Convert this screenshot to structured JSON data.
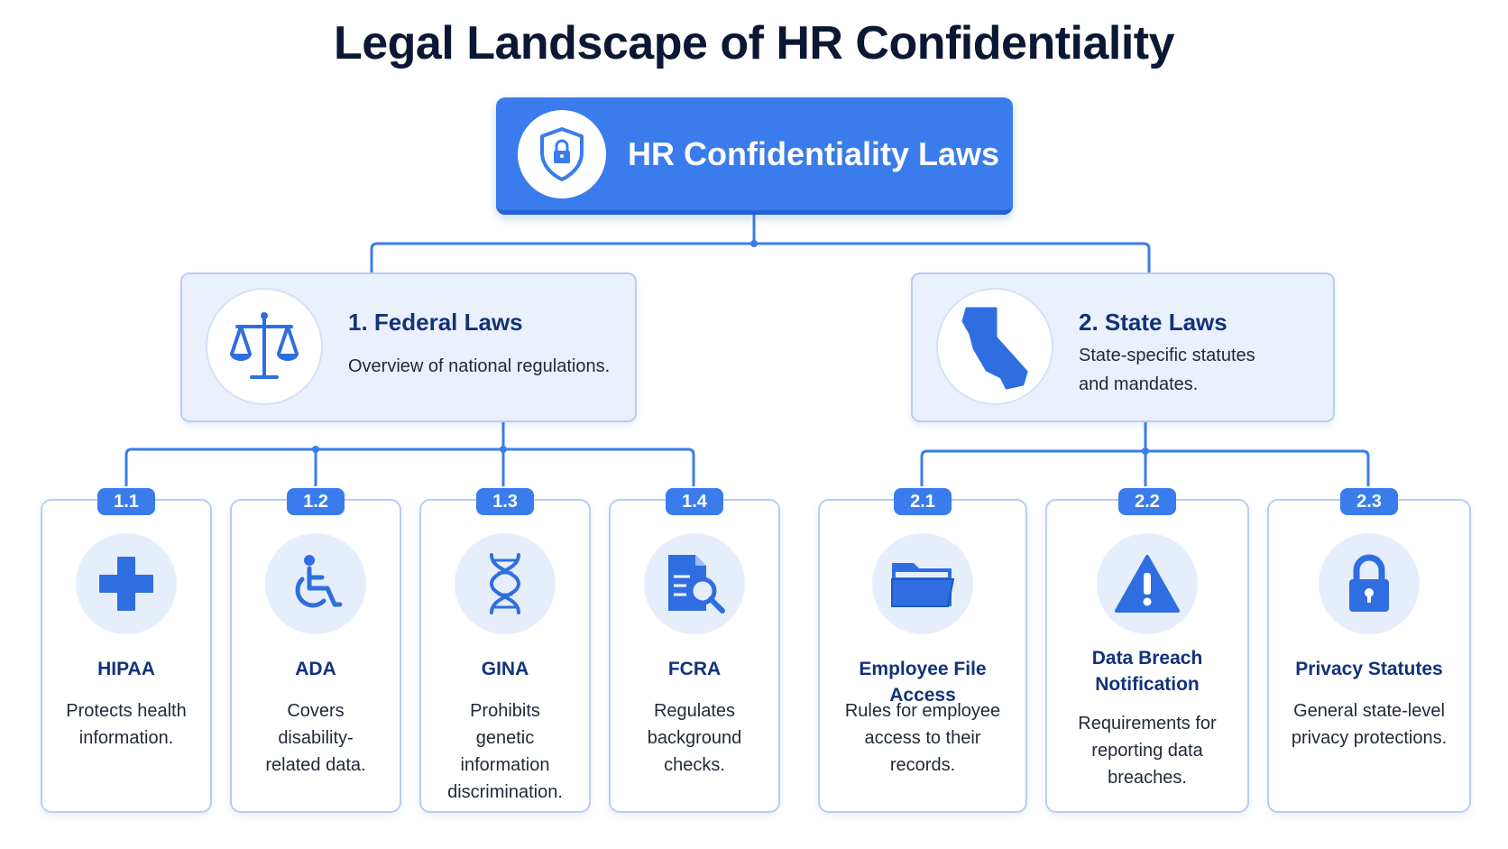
{
  "title": "Legal Landscape of HR Confidentiality",
  "root": {
    "label": "HR Confidentiality Laws",
    "icon": "shield-lock-icon"
  },
  "groups": [
    {
      "label": "1. Federal Laws",
      "description": "Overview of national regulations.",
      "icon": "scales-icon",
      "items": [
        {
          "number": "1.1",
          "label": "HIPAA",
          "description": "Protects health information.",
          "icon": "medical-cross-icon"
        },
        {
          "number": "1.2",
          "label": "ADA",
          "description": "Covers disability-related data.",
          "icon": "wheelchair-icon"
        },
        {
          "number": "1.3",
          "label": "GINA",
          "description": "Prohibits genetic information discrimination.",
          "icon": "dna-icon"
        },
        {
          "number": "1.4",
          "label": "FCRA",
          "description": "Regulates background checks.",
          "icon": "document-search-icon"
        }
      ]
    },
    {
      "label": "2. State Laws",
      "description": "State-specific statutes and mandates.",
      "icon": "california-map-icon",
      "items": [
        {
          "number": "2.1",
          "label": "Employee File Access",
          "description": "Rules for employee access to their records.",
          "icon": "folder-icon"
        },
        {
          "number": "2.2",
          "label": "Data Breach Notification",
          "description": "Requirements for reporting data breaches.",
          "icon": "warning-icon"
        },
        {
          "number": "2.3",
          "label": "Privacy Statutes",
          "description": "General state-level privacy protections.",
          "icon": "padlock-icon"
        }
      ]
    }
  ],
  "colors": {
    "primary": "#3a7ceb",
    "dark_blue": "#12327a",
    "light_fill": "#eaf1fd",
    "border": "#b9cdf2",
    "title": "#0b1833"
  }
}
